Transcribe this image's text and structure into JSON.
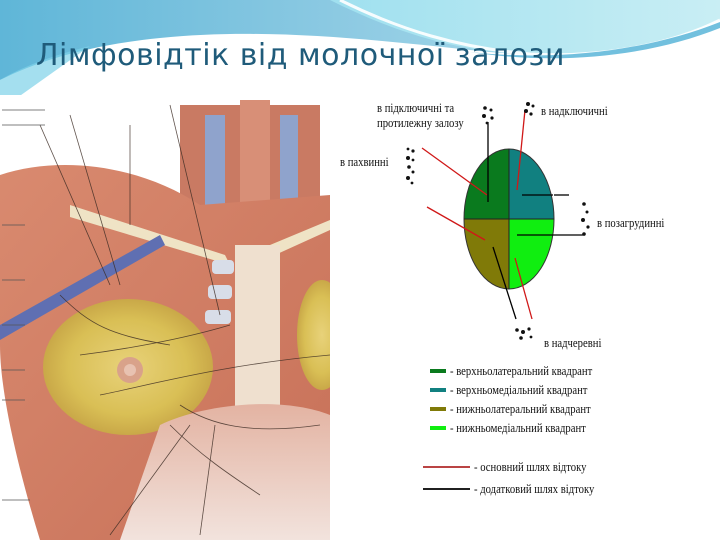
{
  "slide": {
    "title": "Лімфовідтік від молочної залози"
  },
  "diagram": {
    "labels": {
      "subclavian_contralateral_line1": "в підключичні та",
      "subclavian_contralateral_line2": "протилежну залозу",
      "supraclavicular": "в надключичні",
      "axillary": "в пахвинні",
      "retrosternal": "в позагрудинні",
      "epigastric": "в надчеревні"
    },
    "quadrant_colors": {
      "upper_lateral": "#0a7a1e",
      "upper_medial": "#118080",
      "lower_lateral": "#807a08",
      "lower_medial": "#10ee10"
    },
    "legend": {
      "quadrants": [
        {
          "label": "- верхньолатеральний квадрант",
          "color": "#0a7a1e"
        },
        {
          "label": "- верхньомедіальний квадрант",
          "color": "#118080"
        },
        {
          "label": "- нижньолатеральний квадрант",
          "color": "#807a08"
        },
        {
          "label": "- нижньомедіальний квадрант",
          "color": "#10ee10"
        }
      ],
      "paths": [
        {
          "label": "- основний шлях відтоку",
          "color": "#cc1111"
        },
        {
          "label": "- додатковий шлях відтоку",
          "color": "#000000"
        }
      ]
    }
  }
}
